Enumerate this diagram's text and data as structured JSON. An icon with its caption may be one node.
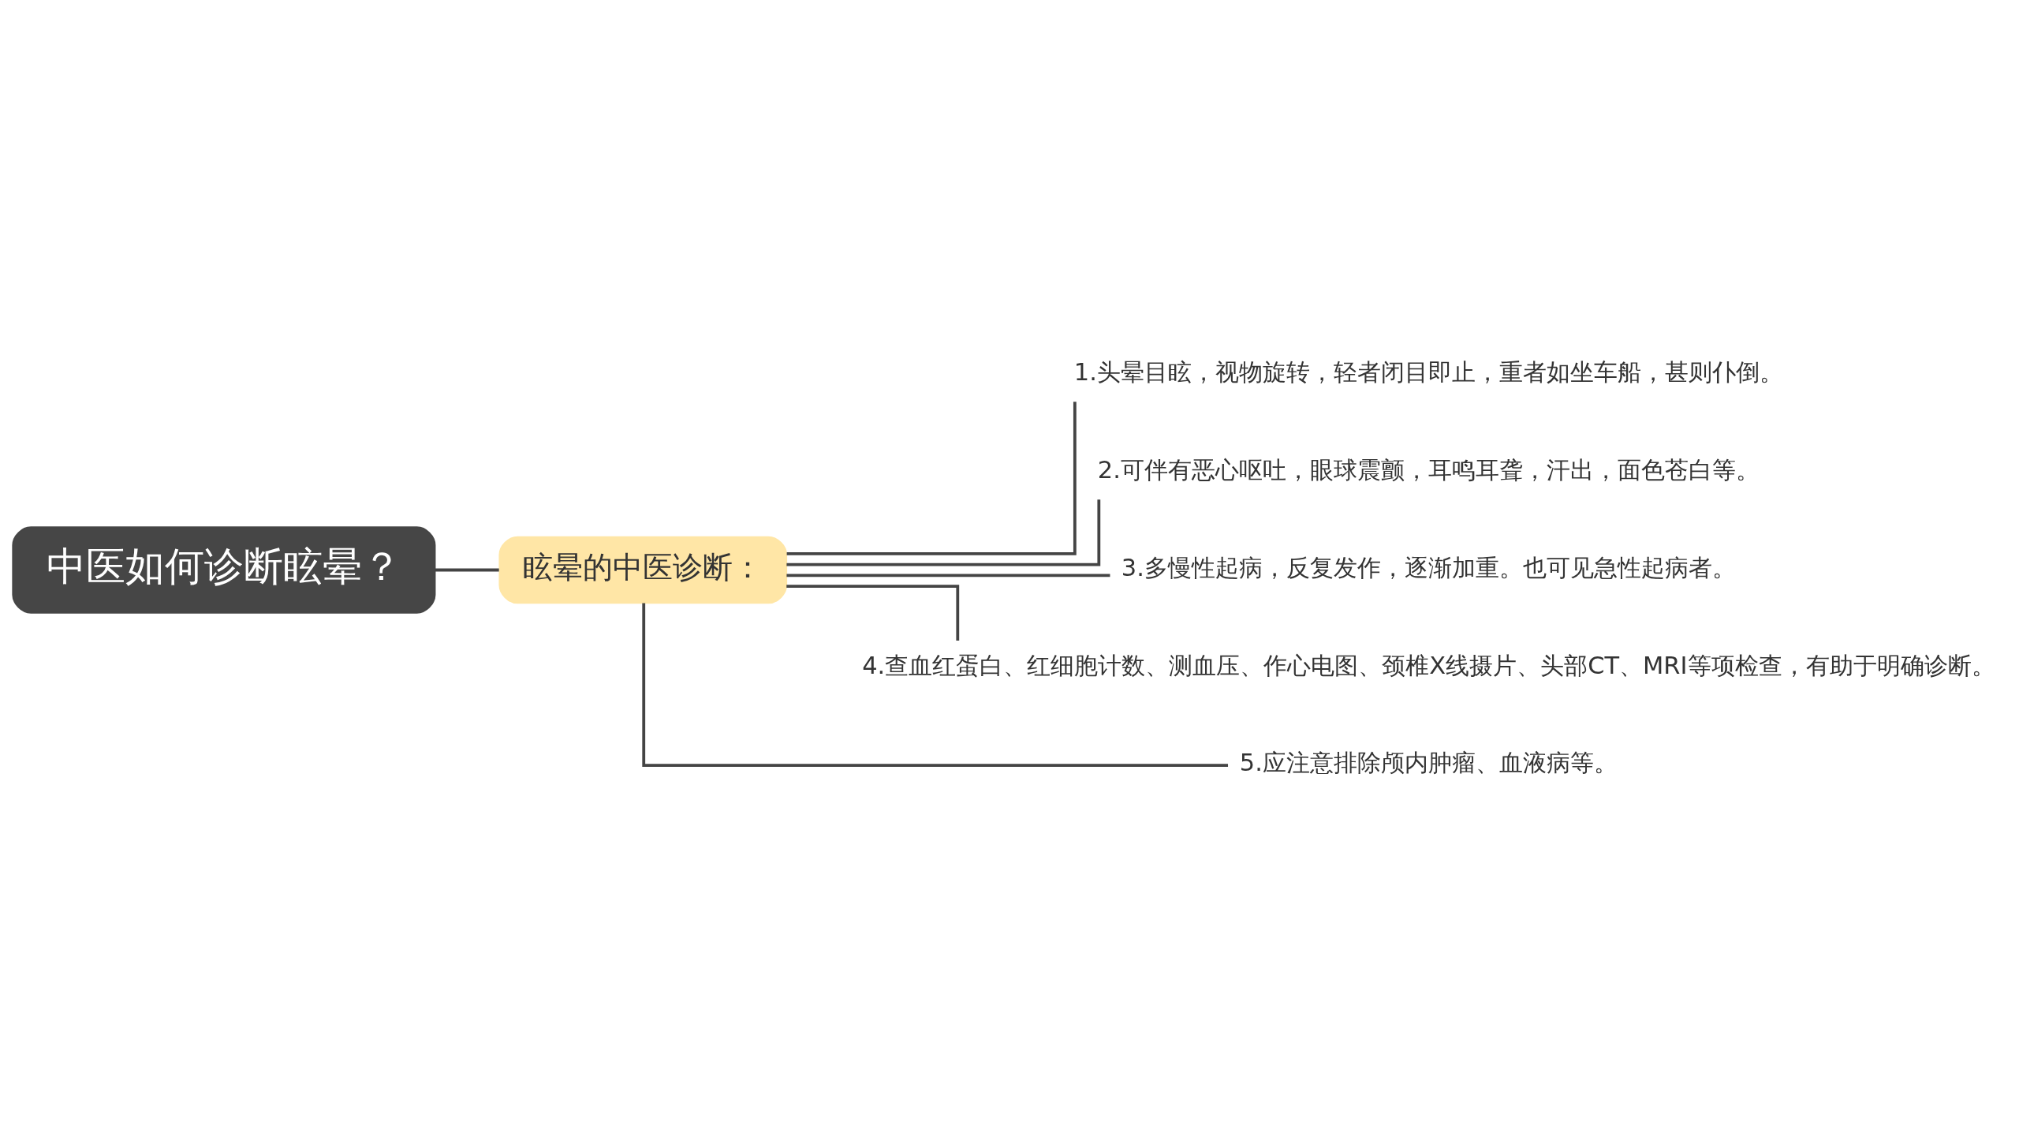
{
  "diagram": {
    "nodes": [
      {
        "text": [
          "中医如何诊断眩晕？"
        ]
      },
      {
        "text": [
          "眩晕的中医诊断："
        ]
      },
      {
        "text": [
          "1.头晕目眩，视物旋转，轻者闭目即止，重者如坐车船，甚则仆倒。"
        ]
      },
      {
        "text": [
          "2.可伴有恶心呕吐，眼球震颤，耳鸣耳聋，汗出，面色苍白等。"
        ]
      },
      {
        "text": [
          "3.多慢性起病，反复发作，逐渐加重。也可见急性起病者。"
        ]
      },
      {
        "text": [
          "4.查血红蛋白、红细胞计数、测血压、作心电图、颈椎X线摄片、头部CT、MRI等项检查，有助于明确诊断。"
        ]
      },
      {
        "text": [
          "5.应注意排除颅内肿瘤、血液病等。"
        ]
      }
    ],
    "edges": [
      {
        "from": 0,
        "to": 1,
        "arrow": "none"
      },
      {
        "from": 1,
        "to": 2,
        "arrow": "none"
      },
      {
        "from": 1,
        "to": 3,
        "arrow": "none"
      },
      {
        "from": 1,
        "to": 4,
        "arrow": "none"
      },
      {
        "from": 1,
        "to": 5,
        "arrow": "none"
      },
      {
        "from": 1,
        "to": 6,
        "arrow": "none"
      }
    ]
  }
}
